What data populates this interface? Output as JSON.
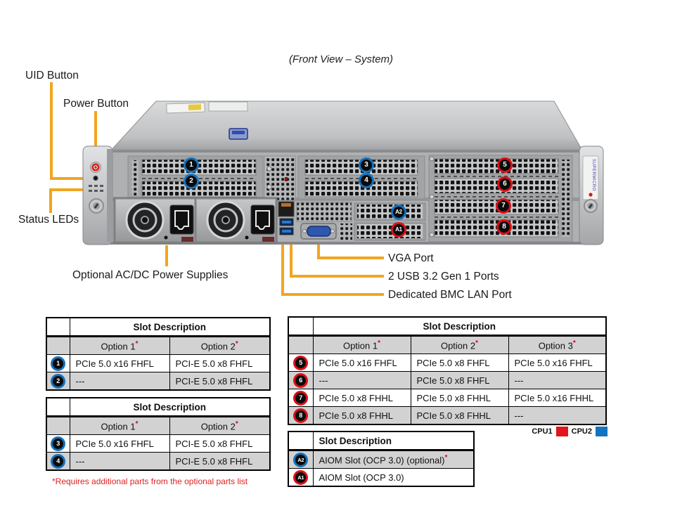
{
  "title": "(Front View – System)",
  "labels": {
    "uid": "UID Button",
    "power": "Power Button",
    "status_leds": "Status LEDs",
    "psu": "Optional AC/DC Power Supplies",
    "vga": "VGA Port",
    "usb": "2 USB 3.2 Gen 1 Ports",
    "bmc": "Dedicated BMC LAN Port"
  },
  "server": {
    "brand": "SUPERMICRO",
    "marker_labels": [
      "1",
      "2",
      "3",
      "4",
      "5",
      "6",
      "7",
      "8",
      "A2",
      "A1"
    ]
  },
  "tables": {
    "left1": {
      "header": "Slot Description",
      "options": [
        {
          "label": "Option 1",
          "mark": "*"
        },
        {
          "label": "Option 2",
          "mark": "*"
        }
      ],
      "rows": [
        {
          "slot": "1",
          "cells": [
            "PCIe 5.0 x16 FHFL",
            "PCI-E 5.0 x8 FHFL"
          ]
        },
        {
          "slot": "2",
          "cells": [
            "---",
            "PCI-E 5.0 x8 FHFL"
          ]
        }
      ]
    },
    "left2": {
      "header": "Slot Description",
      "options": [
        {
          "label": "Option 1",
          "mark": "*"
        },
        {
          "label": "Option 2",
          "mark": "*"
        }
      ],
      "rows": [
        {
          "slot": "3",
          "cells": [
            "PCIe 5.0 x16 FHFL",
            "PCI-E 5.0 x8 FHFL"
          ]
        },
        {
          "slot": "4",
          "cells": [
            "---",
            "PCI-E 5.0 x8 FHFL"
          ]
        }
      ]
    },
    "right": {
      "header": "Slot Description",
      "options": [
        {
          "label": "Option 1",
          "mark": "*"
        },
        {
          "label": "Option 2",
          "mark": "*"
        },
        {
          "label": "Option 3",
          "mark": "*"
        }
      ],
      "rows": [
        {
          "slot": "5",
          "cells": [
            "PCIe 5.0 x16 FHFL",
            "PCIe 5.0 x8 FHFL",
            "PCIe 5.0 x16 FHFL"
          ]
        },
        {
          "slot": "6",
          "cells": [
            "---",
            "PCIe 5.0 x8 FHFL",
            "---"
          ]
        },
        {
          "slot": "7",
          "cells": [
            "PCIe 5.0 x8 FHHL",
            "PCIe 5.0 x8 FHHL",
            "PCIe 5.0 x16 FHHL"
          ]
        },
        {
          "slot": "8",
          "cells": [
            "PCIe 5.0 x8 FHHL",
            "PCIe 5.0 x8 FHHL",
            "---"
          ]
        }
      ]
    },
    "aiom": {
      "header": "Slot Description",
      "rows": [
        {
          "slot": "A2",
          "label": "AIOM Slot (OCP 3.0) (optional)",
          "mark": "*"
        },
        {
          "slot": "A1",
          "label": "AIOM Slot (OCP 3.0)"
        }
      ]
    }
  },
  "legend": {
    "cpu1": "CPU1",
    "cpu2": "CPU2"
  },
  "footnote": "*Requires additional parts from the optional parts list",
  "colors": {
    "cpu1": "#E1151B",
    "cpu2": "#1273BE",
    "callout_line": "#F2A51F",
    "table_row_gray": "#D2D2D2"
  }
}
